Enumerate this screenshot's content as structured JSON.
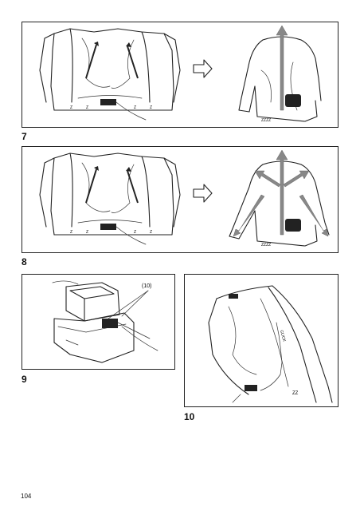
{
  "figures": [
    {
      "label": "7"
    },
    {
      "label": "8"
    },
    {
      "label": "9",
      "callout": "(10)"
    },
    {
      "label": "10"
    }
  ],
  "page": {
    "number": "104"
  }
}
